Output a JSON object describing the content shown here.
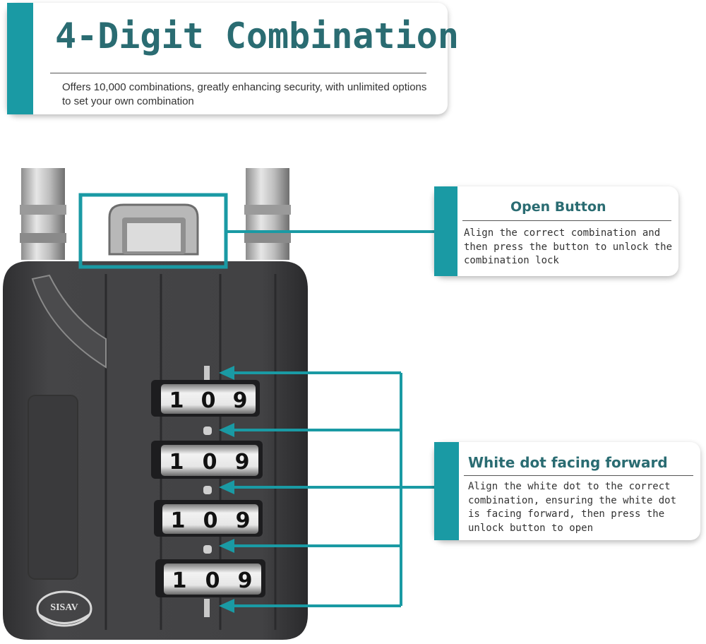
{
  "header": {
    "title": "4-Digit Combination",
    "description": "Offers 10,000 combinations, greatly enhancing security, with unlimited options to set your own combination"
  },
  "callouts": {
    "open_button": {
      "title": "Open Button",
      "description": "Align the correct combination and then press the button to unlock the combination lock"
    },
    "white_dot": {
      "title": "White dot facing forward",
      "description": "Align the white dot to the correct combination, ensuring the white dot is facing forward, then press the unlock button to open"
    }
  },
  "lock": {
    "brand_logo": "SISAV",
    "dials": [
      [
        "1",
        "0",
        "9"
      ],
      [
        "1",
        "0",
        "9"
      ],
      [
        "1",
        "0",
        "9"
      ],
      [
        "1",
        "0",
        "9"
      ]
    ]
  },
  "colors": {
    "accent_teal": "#1a9aa4",
    "heading_teal": "#2a6c72",
    "lock_body": "#3e3e40"
  },
  "icons": [
    "padlock-illustration",
    "callout-arrow"
  ]
}
